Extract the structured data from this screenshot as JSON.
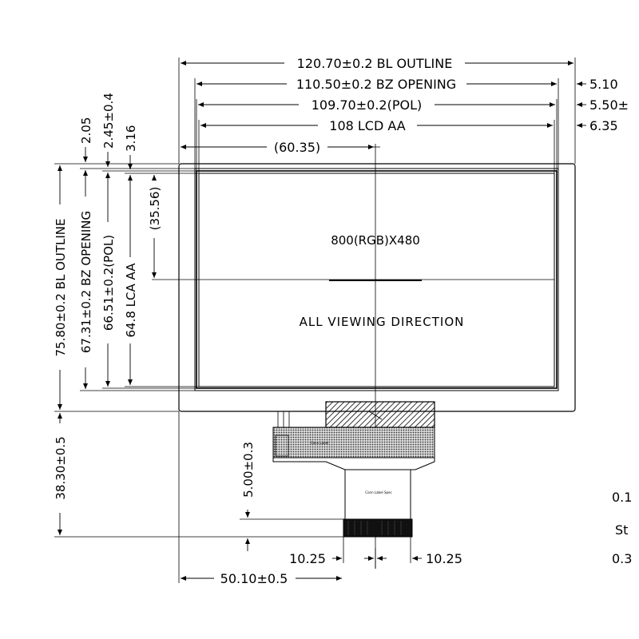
{
  "dimensions": {
    "bl_outline_width": "120.70±0.2 BL OUTLINE",
    "bz_opening_width": "110.50±0.2 BZ OPENING",
    "pol_width": "109.70±0.2(POL)",
    "lcd_aa_width": "108 LCD AA",
    "center_x": "(60.35)",
    "right_offset_1": "5.10",
    "right_offset_2": "5.50±",
    "right_offset_3": "6.35",
    "top_offset_1": "2.05",
    "top_offset_2": "2.45±0.4",
    "top_offset_3": "3.16",
    "bl_outline_height": "75.80±0.2 BL OUTLINE",
    "bz_opening_height": "67.31±0.2 BZ OPENING",
    "pol_height": "66.51±0.2(POL)",
    "lca_aa_height": "64.8 LCA AA",
    "center_y": "(35.56)",
    "fpc_length": "38.30±0.5",
    "fpc_tab": "5.00±0.3",
    "fpc_half_left": "10.25",
    "fpc_half_right": "10.25",
    "fpc_offset": "50.10±0.5"
  },
  "labels": {
    "resolution": "800(RGB)X480",
    "viewing": "ALL VIEWING DIRECTION",
    "fpc_print_1": "Conn Label",
    "fpc_print_2": "Conn Label Spec"
  },
  "side_notes": {
    "note_1": "0.1",
    "note_2": "St",
    "note_3": "0.3"
  }
}
